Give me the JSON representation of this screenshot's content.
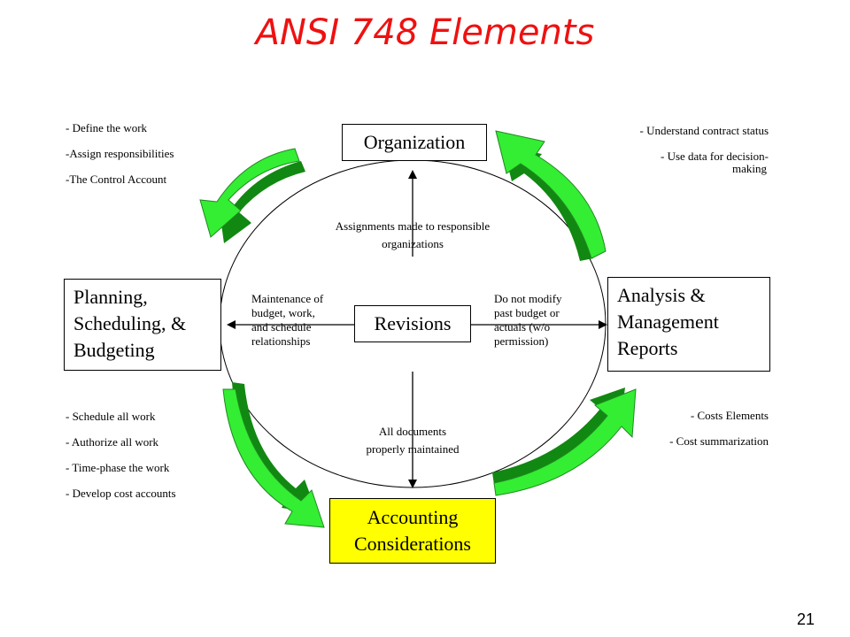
{
  "title": "ANSI 748 Elements",
  "boxes": {
    "organization": "Organization",
    "planning": [
      "Planning,",
      "Scheduling, &",
      "Budgeting"
    ],
    "analysis": [
      "Analysis &",
      "Management",
      "Reports"
    ],
    "accounting": [
      "Accounting",
      "Considerations"
    ],
    "revisions": "Revisions"
  },
  "center_labels": {
    "assignments": [
      "Assignments made to responsible",
      "organizations"
    ],
    "maintenance": [
      "Maintenance of",
      "budget, work,",
      "and schedule",
      "relationships"
    ],
    "do_not_modify": [
      "Do not modify",
      "past budget or",
      "actuals (w/o",
      "permission)"
    ],
    "documents": [
      "All documents",
      "properly maintained"
    ]
  },
  "notes": {
    "top_left": [
      "- Define the work",
      "-Assign responsibilities",
      "-The Control Account"
    ],
    "top_right": [
      "- Understand contract status",
      "- Use data for decision-",
      "making"
    ],
    "bottom_left": [
      "- Schedule all work",
      "- Authorize all work",
      "- Time-phase the work",
      "- Develop cost accounts"
    ],
    "bottom_right": [
      "- Costs Elements",
      "- Cost summarization"
    ]
  },
  "page_number": "21",
  "colors": {
    "title": "#ee1111",
    "arrow_light": "#33ee33",
    "arrow_dark": "#118811",
    "accounting_fill": "#ffff00"
  }
}
